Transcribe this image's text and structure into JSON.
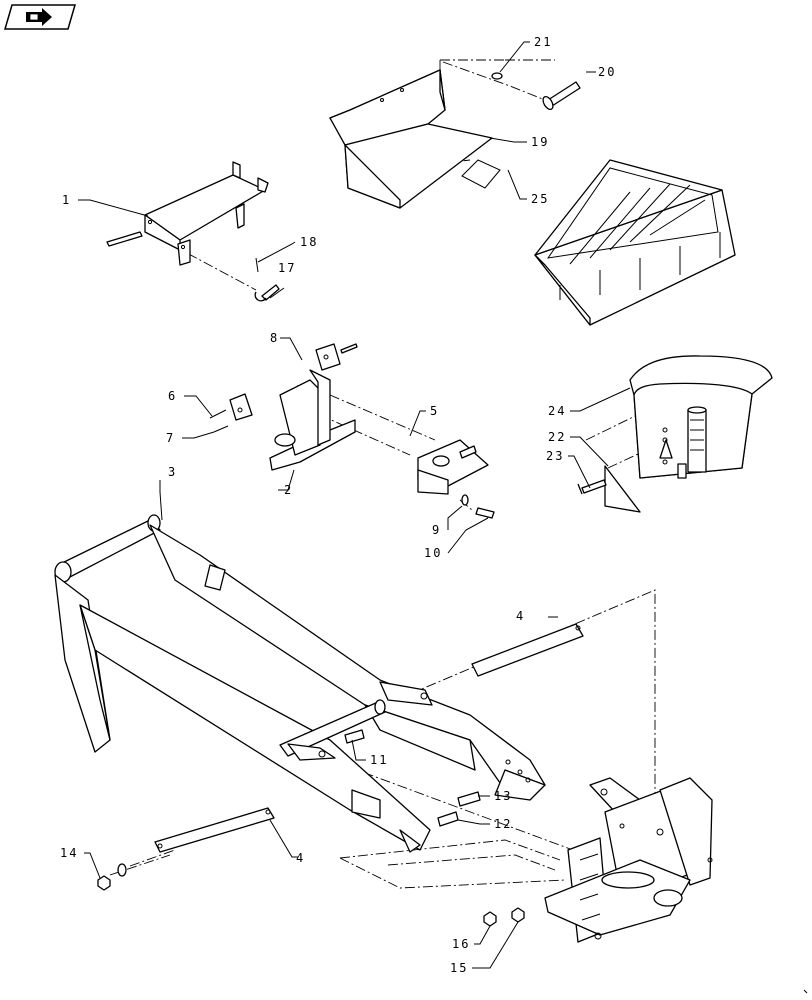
{
  "callouts": {
    "c1": "1",
    "c2": "2",
    "c3": "3",
    "c4a": "4",
    "c4b": "4",
    "c5": "5",
    "c6": "6",
    "c7": "7",
    "c8": "8",
    "c9": "9",
    "c10": "10",
    "c11": "11",
    "c12": "12",
    "c13": "13",
    "c14": "14",
    "c15": "15",
    "c16": "16",
    "c17": "17",
    "c18": "18",
    "c19": "19",
    "c20": "20",
    "c21": "21",
    "c22": "22",
    "c23": "23",
    "c24": "24",
    "c25": "25"
  },
  "icons": {
    "corner": "forward-arrow-icon"
  }
}
